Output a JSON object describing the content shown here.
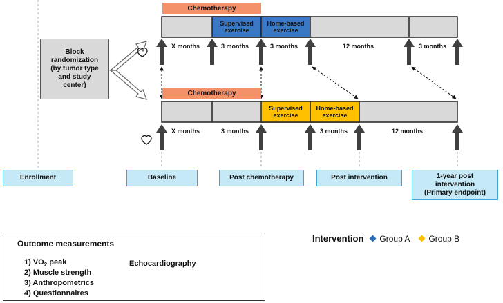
{
  "randomization": {
    "line1": "Block",
    "line2": "randomization",
    "line3": "(by tumor type",
    "line4": "and study",
    "line5": "center)"
  },
  "group_a": {
    "chemotherapy": "Chemotherapy",
    "supervised_line1": "Supervised",
    "supervised_line2": "exercise",
    "home_line1": "Home-based",
    "home_line2": "exercise",
    "durations": [
      "X months",
      "3 months",
      "3 months",
      "12 months",
      "3 months"
    ]
  },
  "group_b": {
    "chemotherapy": "Chemotherapy",
    "supervised_line1": "Supervised",
    "supervised_line2": "exercise",
    "home_line1": "Home-based",
    "home_line2": "exercise",
    "durations": [
      "X months",
      "3 months",
      "3 months",
      "12 months"
    ]
  },
  "stages": {
    "enrollment": "Enrollment",
    "baseline": "Baseline",
    "post_chemo": "Post chemotherapy",
    "post_intervention": "Post intervention",
    "one_year_line1": "1-year post",
    "one_year_line2": "intervention",
    "one_year_line3": "(Primary endpoint)"
  },
  "outcome": {
    "title": "Outcome measurements",
    "item1_prefix": "1) VO",
    "item1_sub": "2",
    "item1_suffix": " peak",
    "item2": "2) Muscle strength",
    "item3": "3) Anthropometrics",
    "item4": "4) Questionnaires",
    "echo": "Echocardiography"
  },
  "legend": {
    "title": "Intervention",
    "group_a": "Group A",
    "group_b": "Group B"
  },
  "colors": {
    "timeline_gray": "#d9d9d9",
    "chemo_orange": "#f4906a",
    "group_a_blue": "#3b78c3",
    "group_b_yellow": "#ffc000",
    "stage_fill": "#c6e9f7",
    "stage_border": "#3fa6d2",
    "arrow_gray": "#404040"
  },
  "icons": {
    "measurement": "up-arrow-icon",
    "echo": "heart-icon",
    "group_marker": "diamond-icon"
  }
}
